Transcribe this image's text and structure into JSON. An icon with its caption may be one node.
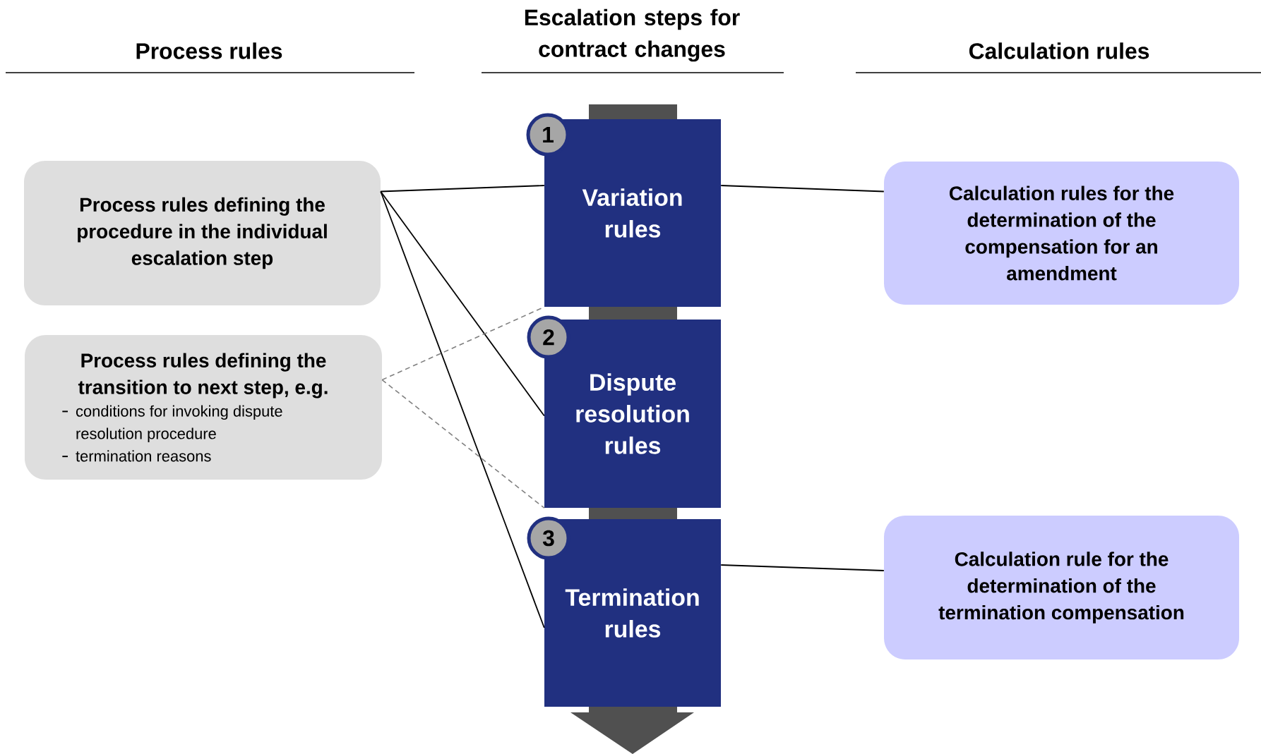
{
  "diagram": {
    "title": "Escalation steps for contract changes",
    "nodes": [
      {
        "text": [
          "Process rules defining the procedure in the individual escalation step"
        ]
      },
      {
        "text": [
          "Process rules defining the transition to next step, e.g.",
          "conditions for invoking dispute resolution procedure",
          "termination reasons"
        ]
      },
      {
        "text": [
          "1"
        ]
      },
      {
        "text": [
          "Variation rules"
        ]
      },
      {
        "text": [
          "2"
        ]
      },
      {
        "text": [
          "Dispute resolution rules"
        ]
      },
      {
        "text": [
          "3"
        ]
      },
      {
        "text": [
          "Termination rules"
        ]
      },
      {
        "text": [
          "Calculation rules for the determination of the compensation for an amendment"
        ]
      },
      {
        "text": [
          "Calculation rule for the determination of the termination compensation"
        ]
      }
    ],
    "edges": [
      {
        "from": 0,
        "to": 3,
        "arrow": "none"
      },
      {
        "from": 0,
        "to": 5,
        "arrow": "none"
      },
      {
        "from": 0,
        "to": 7,
        "arrow": "none"
      },
      {
        "from": 1,
        "to": 3,
        "arrow": "none",
        "style": "dashed",
        "color": "#808080"
      },
      {
        "from": 1,
        "to": 5,
        "arrow": "none",
        "style": "dashed",
        "color": "#808080"
      },
      {
        "from": 3,
        "to": 8,
        "arrow": "none"
      },
      {
        "from": 7,
        "to": 9,
        "arrow": "none"
      }
    ],
    "labels": [
      "Process rules",
      "Calculation rules"
    ]
  }
}
